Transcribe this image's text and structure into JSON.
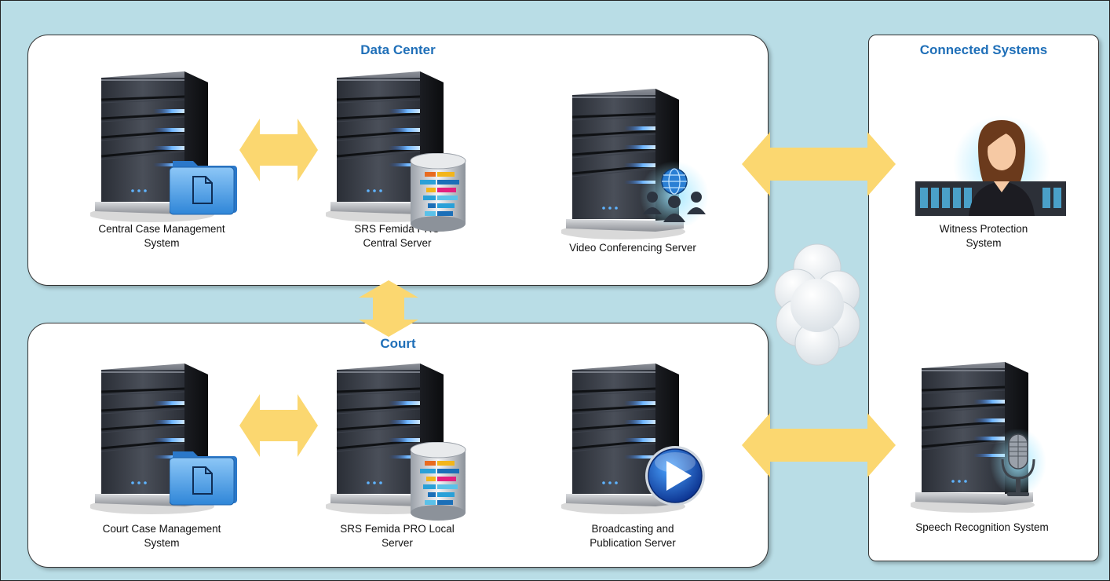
{
  "panels": {
    "data_center": {
      "title": "Data Center"
    },
    "court": {
      "title": "Court"
    },
    "connected": {
      "title": "Connected Systems"
    }
  },
  "nodes": {
    "central_cms": {
      "label": "Central Case Management\nSystem",
      "icon": "folder-icon"
    },
    "central_server": {
      "label": "SRS Femida PRO\nCentral Server",
      "icon": "database-icon"
    },
    "video_server": {
      "label": "Video Conferencing Server",
      "icon": "globe-people-icon"
    },
    "court_cms": {
      "label": "Court Case Management\nSystem",
      "icon": "folder-icon"
    },
    "local_server": {
      "label": "SRS Femida PRO Local\nServer",
      "icon": "database-icon"
    },
    "broadcast_server": {
      "label": "Broadcasting and\nPublication Server",
      "icon": "play-icon"
    },
    "witness": {
      "label": "Witness Protection\nSystem",
      "icon": "person-icon"
    },
    "speech": {
      "label": "Speech Recognition System",
      "icon": "microphone-icon"
    }
  },
  "colors": {
    "background": "#b9dde6",
    "arrow": "#fbd770",
    "title": "#1f6fb8",
    "cloud": "#f4f6f8"
  }
}
